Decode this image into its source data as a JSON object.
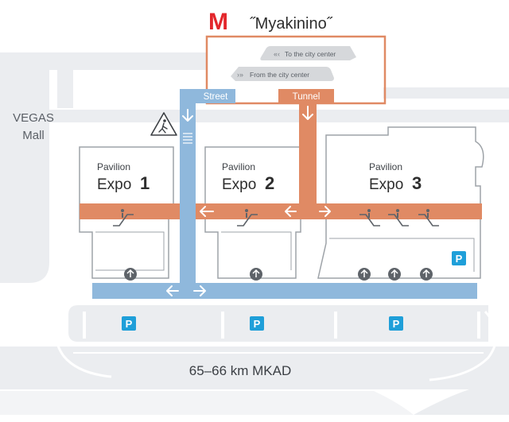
{
  "station": {
    "logo_letter": "M",
    "name": "˝Myakinino˝",
    "brand_color": "#e3262b"
  },
  "trains": {
    "to_center": "To the city center",
    "from_center": "From the city center"
  },
  "routes": {
    "street": "Street",
    "tunnel": "Tunnel",
    "street_color": "#8fb8dc",
    "tunnel_color": "#e08a64"
  },
  "mall": {
    "line1": "VEGAS",
    "line2": "Mall"
  },
  "pavilions": [
    {
      "label": "Pavilion",
      "name": "Expo",
      "number": "1"
    },
    {
      "label": "Pavilion",
      "name": "Expo",
      "number": "2"
    },
    {
      "label": "Pavilion",
      "name": "Expo",
      "number": "3"
    }
  ],
  "parking": {
    "symbol": "P",
    "color": "#1f9fd9"
  },
  "road": {
    "label": "65–66 km MKAD"
  },
  "icons": [
    "metro-logo-icon",
    "pedestrian-warning-icon",
    "escalator-icon",
    "elevator-icon",
    "parking-icon",
    "arrow-icon"
  ]
}
